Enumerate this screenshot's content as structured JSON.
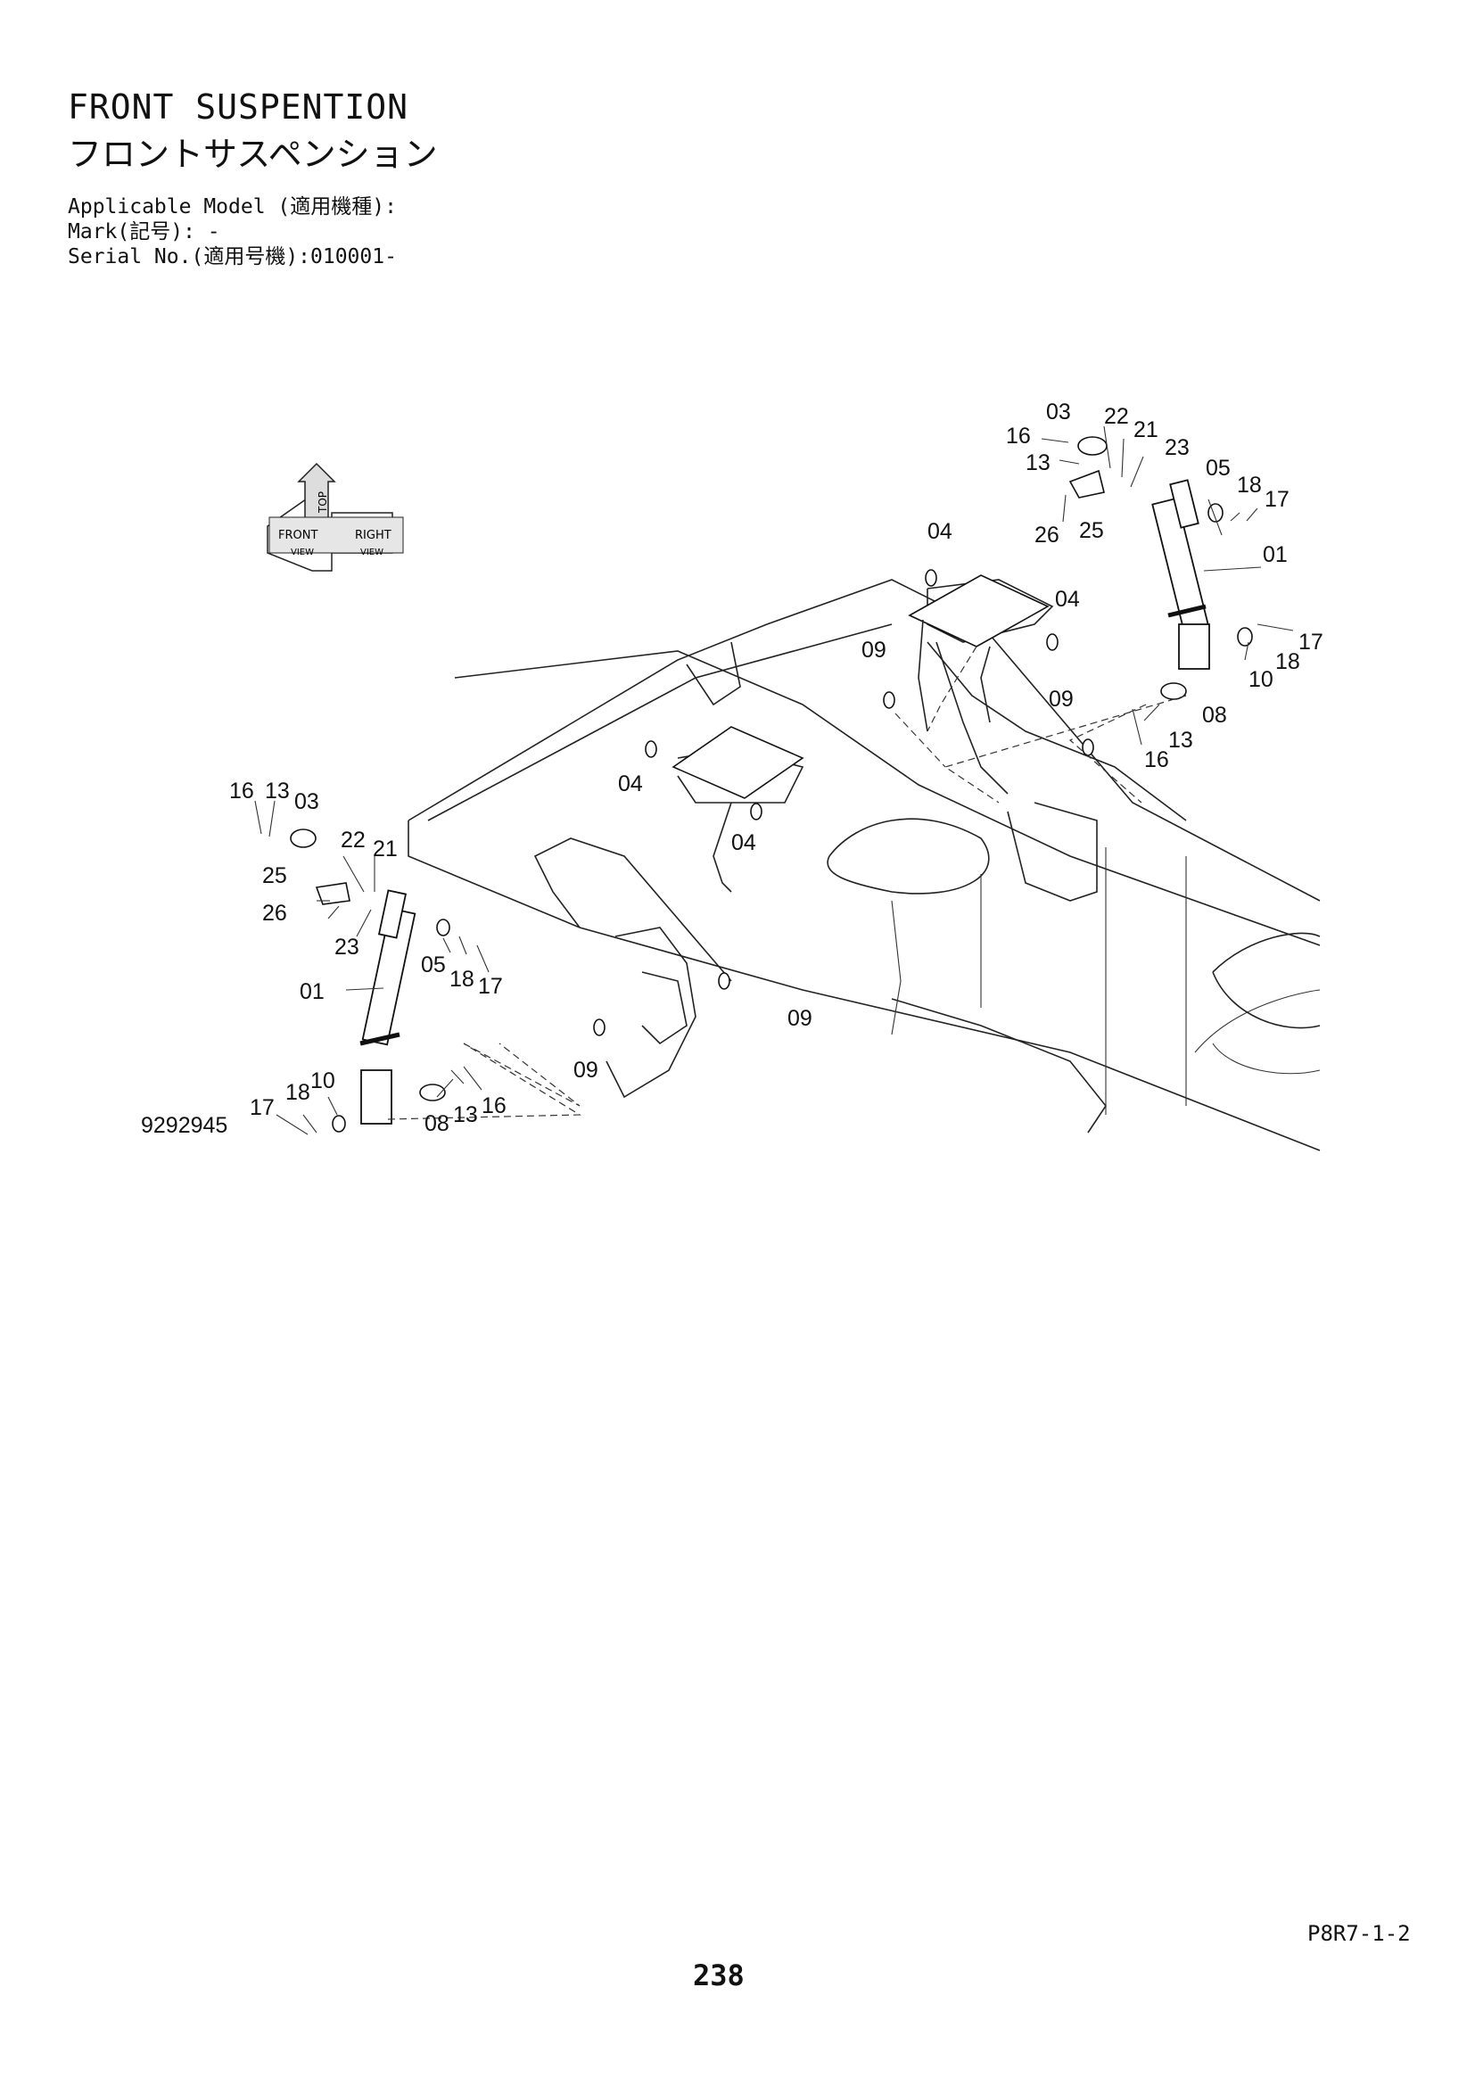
{
  "header": {
    "title_en": "FRONT SUSPENTION",
    "title_ja": "フロントサスペンション",
    "applicable_model": "Applicable Model (適用機種):",
    "mark": "Mark(記号): -",
    "serial_no": "Serial No.(適用号機):010001-"
  },
  "orientation_icon": {
    "icon": "view-direction-icon",
    "labels": [
      "FRONT",
      "TOP",
      "RIGHT",
      "VIEW",
      "VIEW"
    ]
  },
  "diagram": {
    "drawing_number": "9292945",
    "callouts": [
      "03",
      "22",
      "21",
      "16",
      "13",
      "23",
      "05",
      "18",
      "17",
      "26",
      "25",
      "01",
      "04",
      "04",
      "09",
      "17",
      "18",
      "10",
      "09",
      "08",
      "13",
      "16",
      "04",
      "04",
      "16",
      "13",
      "03",
      "22",
      "21",
      "25",
      "26",
      "23",
      "05",
      "18",
      "17",
      "01",
      "09",
      "09",
      "18",
      "10",
      "17",
      "08",
      "13",
      "16"
    ]
  },
  "footer": {
    "page_code": "P8R7-1-2",
    "page_number": "238"
  }
}
